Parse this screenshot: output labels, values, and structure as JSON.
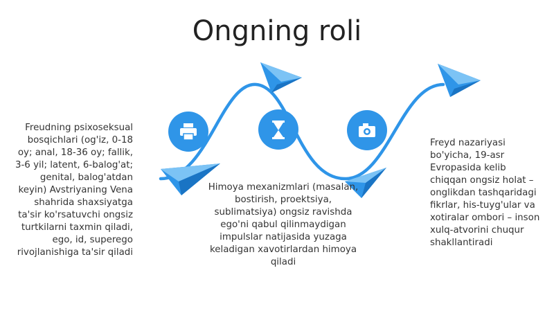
{
  "title": "Ongning roli",
  "colors": {
    "accent": "#2f95e8",
    "accent_light": "#7cc3f5",
    "icon_fill": "#ffffff",
    "text": "#333333"
  },
  "steps": [
    {
      "icon": "printer-icon",
      "text": "Freudning psixoseksual bosqichlari (og'iz, 0-18 oy; anal, 18-36 oy; fallik, 3-6 yil; latent, 6-balog'at; genital, balog'atdan keyin) Avstriyaning Vena shahrida shaxsiyatga ta'sir ko'rsatuvchi ongsiz turtkilarni taxmin qiladi, ego, id, superego rivojlanishiga ta'sir qiladi"
    },
    {
      "icon": "hourglass-icon",
      "text": "Himoya mexanizmlari (masalan, bostirish, proektsiya, sublimatsiya) ongsiz ravishda ego'ni qabul qilinmaydigan impulslar natijasida yuzaga keladigan xavotirlardan himoya qiladi"
    },
    {
      "icon": "camera-icon",
      "text": "Freyd nazariyasi bo'yicha, 19-asr Evropasida kelib chiqqan ongsiz holat – onglikdan tashqaridagi fikrlar, his-tuyg'ular va xotiralar ombori – inson xulq-atvorini chuqur shakllantiradi"
    }
  ]
}
